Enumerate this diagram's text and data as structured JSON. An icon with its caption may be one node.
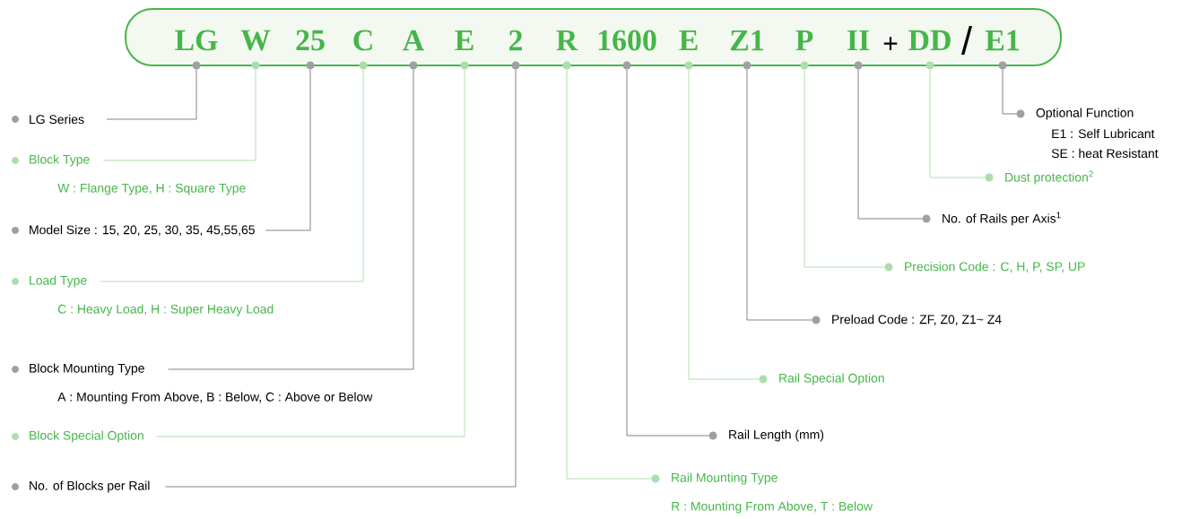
{
  "diagram": {
    "nodes": [
      {
        "text": [],
        "shape": "box"
      },
      {
        "text": [
          "LG"
        ],
        "in": 0
      },
      {
        "text": [
          "W"
        ],
        "in": 0
      },
      {
        "text": [
          "25"
        ],
        "in": 0
      },
      {
        "text": [
          "C"
        ],
        "in": 0
      },
      {
        "text": [
          "A"
        ],
        "in": 0
      },
      {
        "text": [
          "E"
        ],
        "in": 0
      },
      {
        "text": [
          "2"
        ],
        "in": 0
      },
      {
        "text": [
          "R"
        ],
        "in": 0
      },
      {
        "text": [
          "1600"
        ],
        "in": 0
      },
      {
        "text": [
          "E"
        ],
        "in": 0
      },
      {
        "text": [
          "Z1"
        ],
        "in": 0
      },
      {
        "text": [
          "P"
        ],
        "in": 0
      },
      {
        "text": [
          "II"
        ],
        "in": 0
      },
      {
        "text": [
          "DD"
        ],
        "in": 0
      },
      {
        "text": [
          "E1"
        ],
        "in": 0
      },
      {
        "text": [
          "LG Series"
        ]
      },
      {
        "text": [
          "Block Type"
        ],
        "beside": [
          "W : Flange Type, H : Square Type"
        ]
      },
      {
        "text": [
          "Model Size : 15, 20, 25, 30, 35, 45,55,65"
        ]
      },
      {
        "text": [
          "Load Type"
        ],
        "beside": [
          "C : Heavy Load, H : Super Heavy Load"
        ]
      },
      {
        "text": [
          "Block Mounting Type"
        ],
        "beside": [
          "A : Mounting From Above, B : Below, C : Above or Below"
        ]
      },
      {
        "text": [
          "Block Special Option"
        ]
      },
      {
        "text": [
          "No. of Blocks per Rail"
        ]
      },
      {
        "text": [
          "Rail Mounting Type"
        ],
        "beside": [
          "R : Mounting From Above, T : Below"
        ]
      },
      {
        "text": [
          "Rail Length (mm)"
        ]
      },
      {
        "text": [
          "Rail Special Option"
        ]
      },
      {
        "text": [
          "Preload Code : ZF, Z0, Z1~ Z4"
        ]
      },
      {
        "text": [
          "Precision Code : C, H, P, SP, UP"
        ]
      },
      {
        "text": [
          "No. of Rails per Axis$^{1}$"
        ]
      },
      {
        "text": [
          "Dust protection$^{2}$"
        ]
      },
      {
        "text": [
          "Optional Function"
        ],
        "beside": [
          "E1 : Self Lubricant",
          "SE : heat Resistant"
        ]
      }
    ],
    "edges": [
      {
        "from": 1,
        "to": 16,
        "arrow": "none"
      },
      {
        "from": 2,
        "to": 17,
        "arrow": "none",
        "color": "#9ed89a"
      },
      {
        "from": 3,
        "to": 18,
        "arrow": "none"
      },
      {
        "from": 4,
        "to": 19,
        "arrow": "none",
        "color": "#9ed89a"
      },
      {
        "from": 5,
        "to": 20,
        "arrow": "none"
      },
      {
        "from": 6,
        "to": 21,
        "arrow": "none",
        "color": "#9ed89a"
      },
      {
        "from": 7,
        "to": 22,
        "arrow": "none"
      },
      {
        "from": 8,
        "to": 23,
        "arrow": "none",
        "color": "#9ed89a"
      },
      {
        "from": 9,
        "to": 24,
        "arrow": "none"
      },
      {
        "from": 10,
        "to": 25,
        "arrow": "none",
        "color": "#9ed89a"
      },
      {
        "from": 11,
        "to": 26,
        "arrow": "none"
      },
      {
        "from": 12,
        "to": 27,
        "arrow": "none",
        "color": "#9ed89a"
      },
      {
        "from": 13,
        "to": 28,
        "arrow": "none"
      },
      {
        "from": 14,
        "to": 29,
        "arrow": "none",
        "color": "#9ed89a"
      },
      {
        "from": 15,
        "to": 30,
        "arrow": "none"
      }
    ],
    "labels": [
      "+",
      "/"
    ]
  }
}
